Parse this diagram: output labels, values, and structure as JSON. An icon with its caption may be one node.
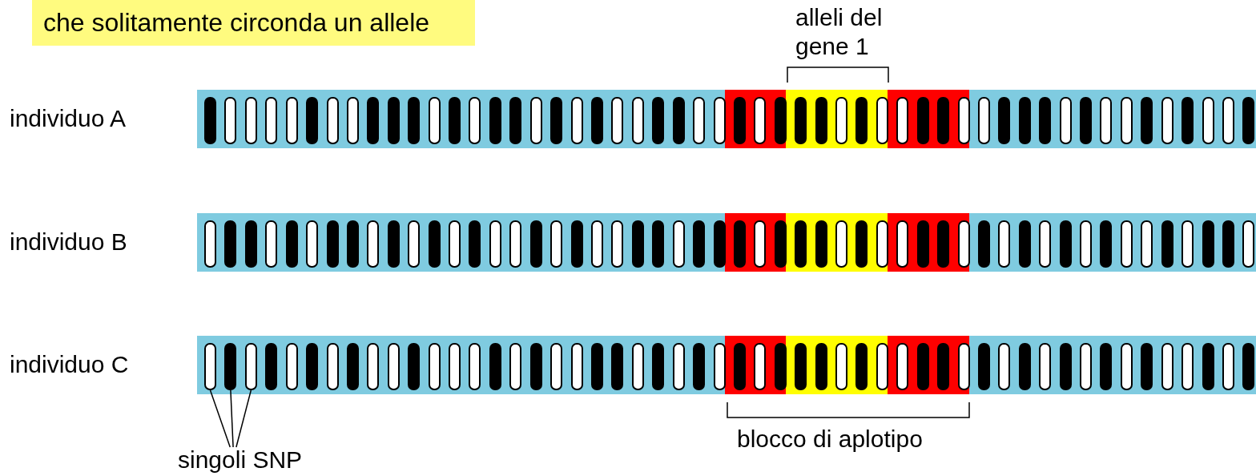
{
  "diagram": {
    "nodes": [
      {
        "text": [
          "che solitamente circonda un allele"
        ]
      },
      {
        "text": [
          "singoli SNP"
        ]
      },
      {
        "text": [],
        "shape": "bar"
      },
      {
        "text": [],
        "shape": "bar"
      },
      {
        "text": [],
        "shape": "bar"
      }
    ],
    "edges": [
      {
        "from": 1,
        "to": 2,
        "arrow": "none"
      },
      {
        "from": 1,
        "to": 3,
        "arrow": "none"
      },
      {
        "from": 1,
        "to": 4,
        "arrow": "none"
      }
    ],
    "labels": [
      "alleli del gene 1",
      "individuo A",
      "individuo B",
      "individuo C",
      "blocco di aplotipo"
    ]
  }
}
